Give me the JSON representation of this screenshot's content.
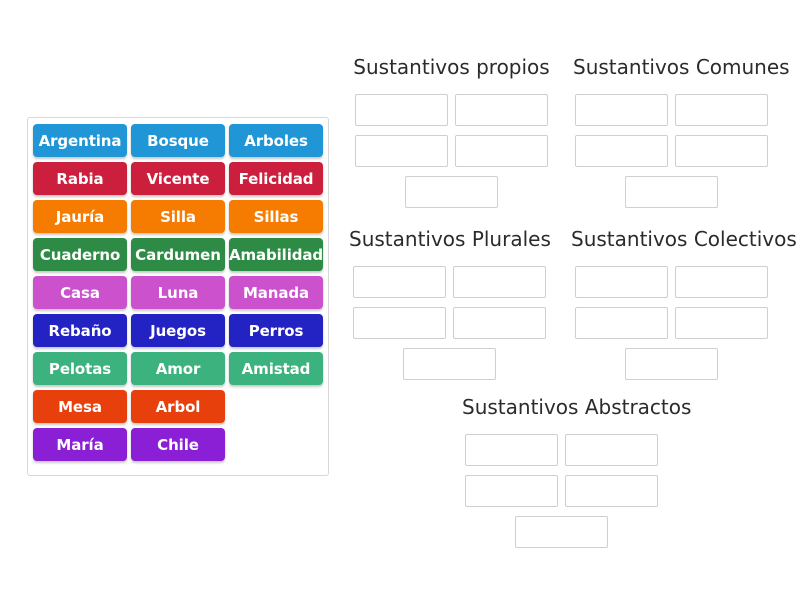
{
  "word_bank": {
    "rows": [
      [
        {
          "label": "Argentina",
          "color": "#2196d6"
        },
        {
          "label": "Bosque",
          "color": "#2196d6"
        },
        {
          "label": "Arboles",
          "color": "#2196d6"
        }
      ],
      [
        {
          "label": "Rabia",
          "color": "#cc1f3e"
        },
        {
          "label": "Vicente",
          "color": "#cc1f3e"
        },
        {
          "label": "Felicidad",
          "color": "#cc1f3e"
        }
      ],
      [
        {
          "label": "Jauría",
          "color": "#f57c00"
        },
        {
          "label": "Silla",
          "color": "#f57c00"
        },
        {
          "label": "Sillas",
          "color": "#f57c00"
        }
      ],
      [
        {
          "label": "Cuaderno",
          "color": "#2e8b46"
        },
        {
          "label": "Cardumen",
          "color": "#2e8b46"
        },
        {
          "label": "Amabilidad",
          "color": "#2e8b46"
        }
      ],
      [
        {
          "label": "Casa",
          "color": "#cc51cc"
        },
        {
          "label": "Luna",
          "color": "#cc51cc"
        },
        {
          "label": "Manada",
          "color": "#cc51cc"
        }
      ],
      [
        {
          "label": "Rebaño",
          "color": "#2323c4"
        },
        {
          "label": "Juegos",
          "color": "#2323c4"
        },
        {
          "label": "Perros",
          "color": "#2323c4"
        }
      ],
      [
        {
          "label": "Pelotas",
          "color": "#3cb37e"
        },
        {
          "label": "Amor",
          "color": "#3cb37e"
        },
        {
          "label": "Amistad",
          "color": "#3cb37e"
        }
      ],
      [
        {
          "label": "Mesa",
          "color": "#e8400c"
        },
        {
          "label": "Arbol",
          "color": "#e8400c"
        },
        {
          "label": "",
          "color": ""
        }
      ],
      [
        {
          "label": "María",
          "color": "#8a1fd6"
        },
        {
          "label": "Chile",
          "color": "#8a1fd6"
        },
        {
          "label": "",
          "color": ""
        }
      ]
    ]
  },
  "categories": [
    {
      "id": "propios",
      "title": "Sustantivos propios",
      "slots": [
        "",
        "",
        "",
        "",
        ""
      ]
    },
    {
      "id": "comunes",
      "title": "Sustantivos Comunes",
      "slots": [
        "",
        "",
        "",
        "",
        ""
      ]
    },
    {
      "id": "plurales",
      "title": "Sustantivos Plurales",
      "slots": [
        "",
        "",
        "",
        "",
        ""
      ]
    },
    {
      "id": "colectivos",
      "title": "Sustantivos Colectivos",
      "slots": [
        "",
        "",
        "",
        "",
        ""
      ]
    },
    {
      "id": "abstractos",
      "title": "Sustantivos Abstractos",
      "slots": [
        "",
        "",
        "",
        "",
        ""
      ]
    }
  ]
}
